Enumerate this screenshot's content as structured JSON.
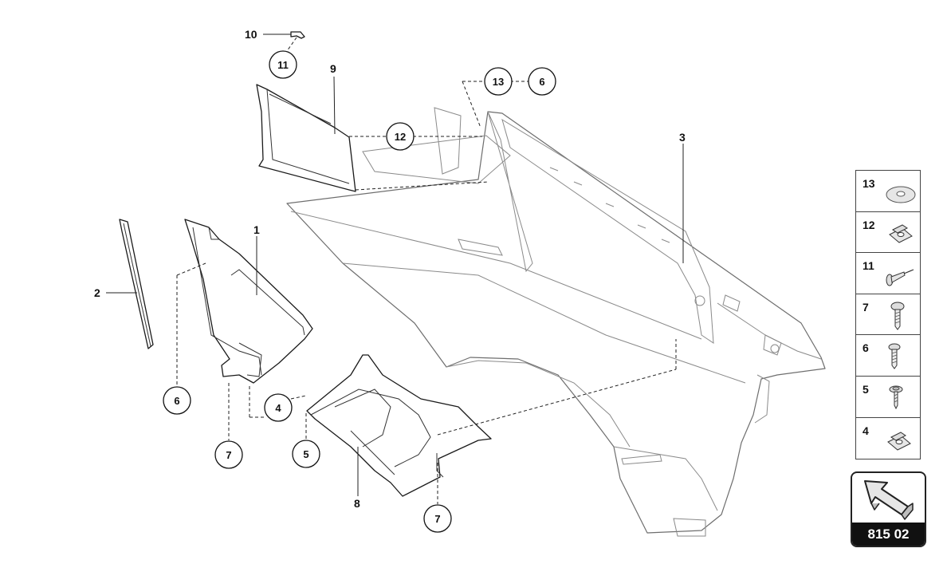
{
  "diagram": {
    "callouts": {
      "c11_top": "11",
      "c13_top": "13",
      "c6_top": "6",
      "c12_mid": "12",
      "c6_left": "6",
      "c4_mid": "4",
      "c7_left": "7",
      "c5_mid": "5",
      "c7_bottom": "7"
    },
    "labels": {
      "l10": "10",
      "l9": "9",
      "l3": "3",
      "l1": "1",
      "l2": "2",
      "l8": "8"
    }
  },
  "legend": {
    "items": [
      {
        "num": "13",
        "icon": "washer-icon"
      },
      {
        "num": "12",
        "icon": "clip-nut-icon"
      },
      {
        "num": "11",
        "icon": "rivet-icon"
      },
      {
        "num": "7",
        "icon": "screw-icon"
      },
      {
        "num": "6",
        "icon": "screw-icon"
      },
      {
        "num": "5",
        "icon": "screw-washer-icon"
      },
      {
        "num": "4",
        "icon": "clip-nut-icon"
      }
    ]
  },
  "nav": {
    "code": "815 02",
    "icon": "arrow-icon"
  }
}
